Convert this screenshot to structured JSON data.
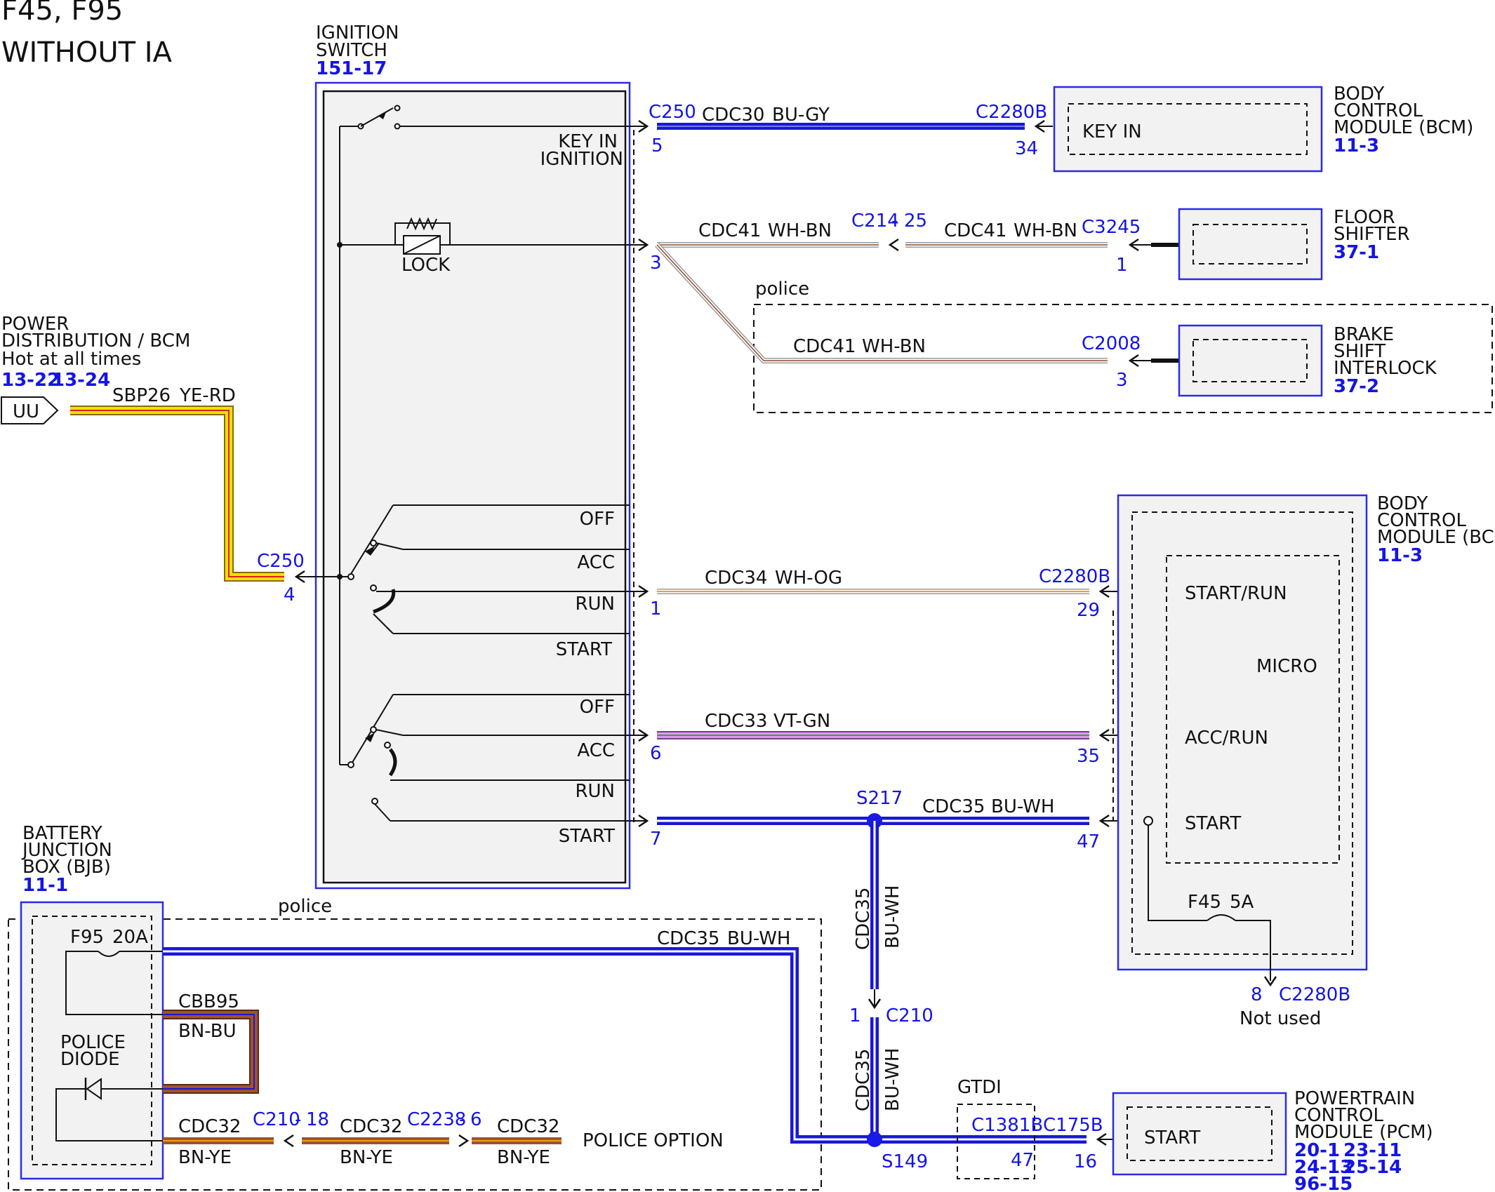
{
  "header": {
    "line1": "F45, F95",
    "line2": "WITHOUT IA"
  },
  "ignition_switch": {
    "name_line1": "IGNITION",
    "name_line2": "SWITCH",
    "ref": "151-17",
    "key_in_line1": "KEY IN",
    "key_in_line2": "IGNITION",
    "lock": "LOCK",
    "pos_a": [
      "OFF",
      "ACC",
      "RUN",
      "START"
    ],
    "pos_b": [
      "OFF",
      "ACC",
      "RUN",
      "START"
    ]
  },
  "bcm_top": {
    "line1": "BODY",
    "line2": "CONTROL",
    "line3": "MODULE (BCM)",
    "ref": "11-3",
    "pin_label": "KEY IN"
  },
  "floor_shifter": {
    "line1": "FLOOR",
    "line2": "SHIFTER",
    "ref": "37-1"
  },
  "brake_shift": {
    "line1": "BRAKE",
    "line2": "SHIFT",
    "line3": "INTERLOCK",
    "ref": "37-2"
  },
  "power_dist": {
    "line1": "POWER",
    "line2": "DISTRIBUTION / BCM",
    "line3": "Hot at all times",
    "ref1": "13-22",
    "ref2": "13-24",
    "tag": "UU"
  },
  "bcm_right": {
    "line1": "BODY",
    "line2": "CONTROL",
    "line3": "MODULE (BCM)",
    "ref": "11-3",
    "micro": "MICRO",
    "start_run": "START/RUN",
    "acc_run": "ACC/RUN",
    "start": "START",
    "fuse": "F45",
    "fuse_rating": "5A",
    "pin8": "8",
    "conn_c2280b": "C2280B",
    "not_used": "Not used"
  },
  "bjb": {
    "line1": "BATTERY",
    "line2": "JUNCTION",
    "line3": "BOX (BJB)",
    "ref": "11-1",
    "fuse": "F95",
    "fuse_rating": "20A",
    "diode1": "POLICE",
    "diode2": "DIODE"
  },
  "pcm": {
    "line1": "POWERTRAIN",
    "line2": "CONTROL",
    "line3": "MODULE (PCM)",
    "refs": [
      "20-1",
      "23-11",
      "24-13",
      "25-14",
      "96-15"
    ],
    "pin_label": "START"
  },
  "police_top": "police",
  "police_bottom": "police",
  "police_option": "POLICE OPTION",
  "gtdi": "GTDI",
  "wires": {
    "w1": {
      "circuit": "CDC30",
      "color": "BU-GY",
      "conn_l": "C250",
      "pin_l": "5",
      "conn_r": "C2280B",
      "pin_r": "34"
    },
    "w2": {
      "circuit": "CDC41",
      "color": "WH-BN",
      "pin_l": "3",
      "inline": "C214",
      "inline_pin": "25",
      "circuit2": "CDC41",
      "color2": "WH-BN",
      "conn_r": "C3245",
      "pin_r": "1"
    },
    "w3": {
      "circuit": "CDC41",
      "color": "WH-BN",
      "conn_r": "C2008",
      "pin_r": "3"
    },
    "w_batt": {
      "circuit": "SBP26",
      "color": "YE-RD",
      "conn": "C250",
      "pin": "4"
    },
    "w4": {
      "circuit": "CDC34",
      "color": "WH-OG",
      "pin_l": "1",
      "conn_r": "C2280B",
      "pin_r": "29"
    },
    "w5": {
      "circuit": "CDC33",
      "color": "VT-GN",
      "pin_l": "6",
      "pin_r": "35"
    },
    "w6": {
      "circuit": "CDC35",
      "color": "BU-WH",
      "pin_l": "7",
      "splice": "S217",
      "pin_r": "47"
    },
    "w7": {
      "circuit": "CDC35",
      "color": "BU-WH",
      "pin_top": "1",
      "conn": "C210"
    },
    "w8": {
      "circuit": "CDC35",
      "color": "BU-WH",
      "splice": "S149",
      "conn1": "C1381B",
      "pin1": "47",
      "conn2": "C175B",
      "pin2": "16"
    },
    "w9": {
      "circuit": "CDC35",
      "color": "BU-WH"
    },
    "w10": {
      "circuit": "CBB95",
      "color": "BN-BU"
    },
    "w11": {
      "circuit_a": "CDC32",
      "color_a": "BN-YE",
      "conn_a": "C210",
      "pin_a": "18",
      "circuit_b": "CDC32",
      "color_b": "BN-YE",
      "conn_b": "C2238",
      "pin_b": "6",
      "circuit_c": "CDC32",
      "color_c": "BN-YE"
    }
  },
  "colors": {
    "module_border": "#2a2ae6",
    "module_fill": "#f2f2f2",
    "label_blue": "#1414e6",
    "wire_blue": "#1818d8",
    "splice": "#1a1ae6"
  }
}
